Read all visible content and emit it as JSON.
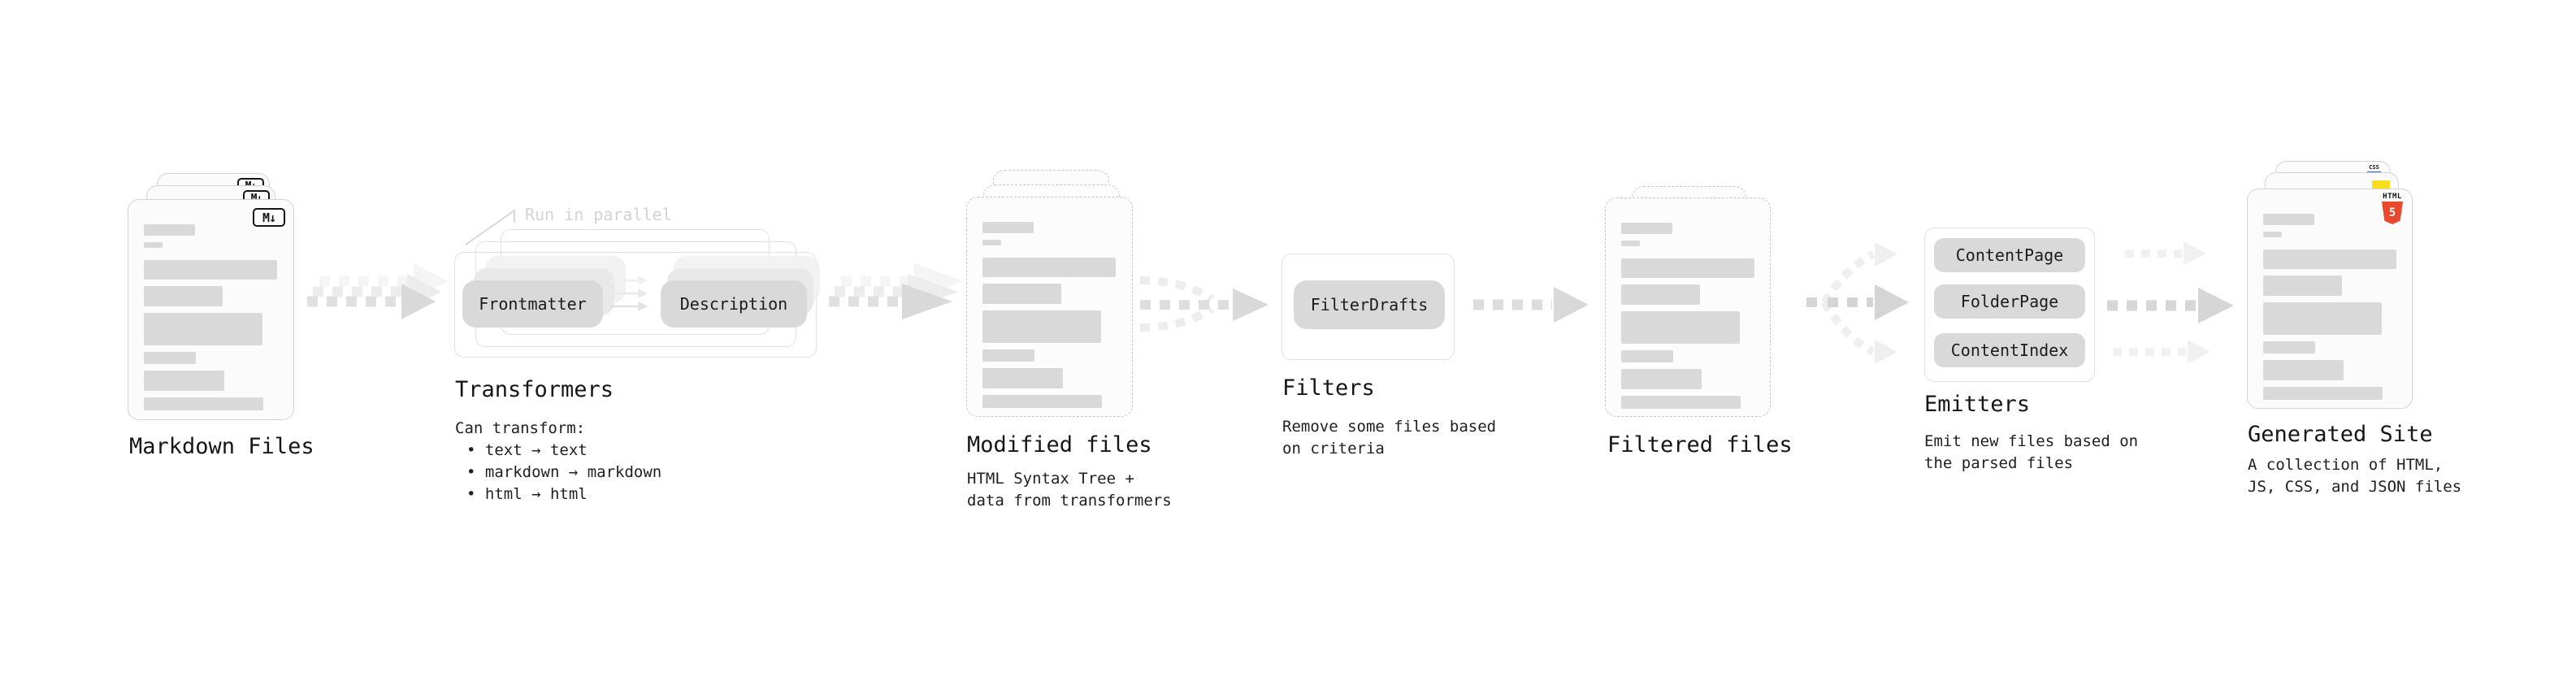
{
  "colors": {
    "accent_html5": "#e8492c",
    "accent_js": "#f7df1e",
    "accent_css": "#2965f1",
    "text": "#1a1a1a",
    "muted_annotation": "#d3d3d3"
  },
  "nodes": {
    "markdown_files": {
      "label": "Markdown Files",
      "badge": "M↓"
    },
    "transformers": {
      "label": "Transformers",
      "annotation": "Run in parallel",
      "input_pill": "Frontmatter",
      "output_pill": "Description",
      "desc_heading": "Can transform:",
      "bullets": [
        "• text → text",
        "• markdown → markdown",
        "• html → html"
      ]
    },
    "modified_files": {
      "label": "Modified files",
      "desc": [
        "HTML Syntax Tree +",
        "data from transformers"
      ]
    },
    "filters": {
      "label": "Filters",
      "pill": "FilterDrafts",
      "desc": [
        "Remove some files based",
        "on criteria"
      ]
    },
    "filtered_files": {
      "label": "Filtered files"
    },
    "emitters": {
      "label": "Emitters",
      "pills": [
        "ContentPage",
        "FolderPage",
        "ContentIndex"
      ],
      "desc": [
        "Emit new files based on",
        "the parsed files"
      ]
    },
    "generated_site": {
      "label": "Generated Site",
      "desc": [
        "A collection of HTML,",
        "JS, CSS, and JSON files"
      ],
      "html_badge_label": "HTML",
      "html_badge_number": "5",
      "css_badge_label": "CSS"
    }
  }
}
